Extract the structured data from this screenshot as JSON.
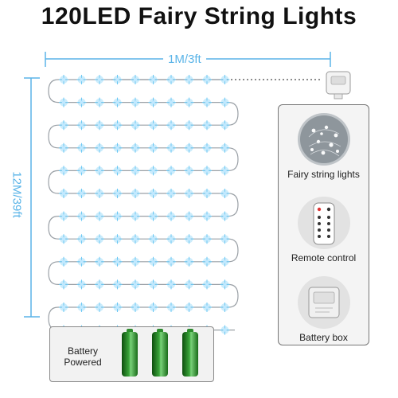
{
  "title": "120LED Fairy String Lights",
  "dimensions": {
    "width_label": "1M/3ft",
    "height_label": "12M/39ft"
  },
  "components": [
    {
      "label": "Fairy string lights",
      "icon": "fairy-lights-icon"
    },
    {
      "label": "Remote control",
      "icon": "remote-control-icon"
    },
    {
      "label": "Battery box",
      "icon": "battery-box-icon"
    }
  ],
  "battery": {
    "label": "Battery Powered",
    "cell_count": 3,
    "color": "#2e8b2e"
  },
  "colors": {
    "dimension_blue": "#5ab4e8",
    "led_blue": "#6cc8f4",
    "wire": "#9aa0a6"
  }
}
